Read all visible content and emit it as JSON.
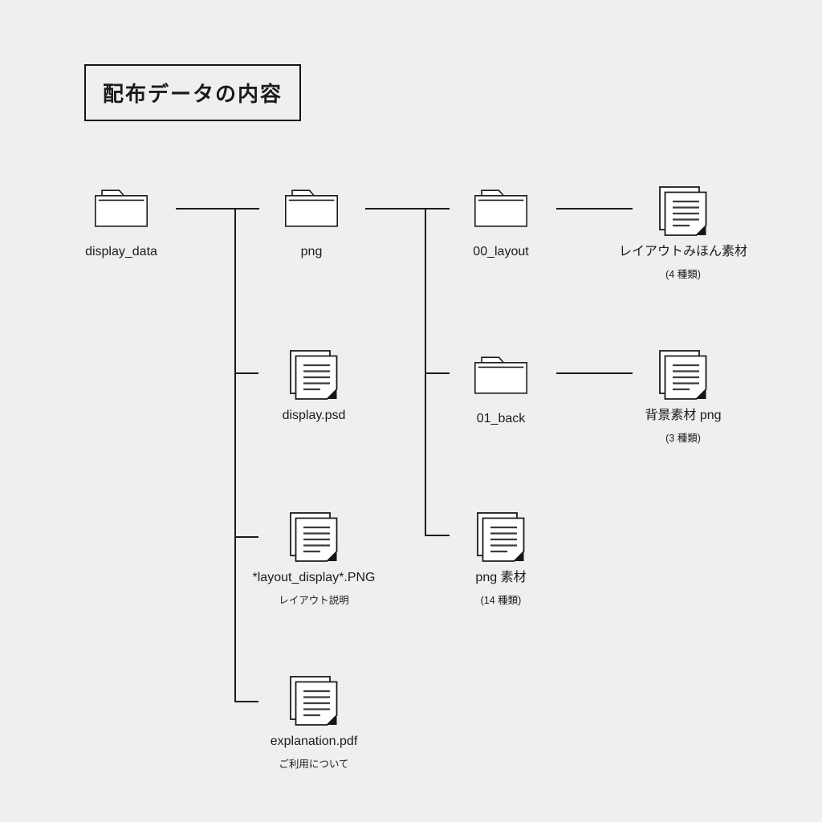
{
  "title": "配布データの内容",
  "colors": {
    "background": "#EFEFEF",
    "stroke": "#1B1B1B"
  },
  "nodes": {
    "display_data": {
      "type": "folder",
      "label": "display_data"
    },
    "png": {
      "type": "folder",
      "label": "png"
    },
    "layout00": {
      "type": "folder",
      "label": "00_layout"
    },
    "layout_sample": {
      "type": "document",
      "label": "レイアウトみほん素材",
      "sublabel": "(4 種類)"
    },
    "display_psd": {
      "type": "document",
      "label": "display.psd"
    },
    "back01": {
      "type": "folder",
      "label": "01_back"
    },
    "background_png": {
      "type": "document",
      "label": "背景素材 png",
      "sublabel": "(3 種類)"
    },
    "layout_display_png": {
      "type": "document",
      "label": "*layout_display*.PNG",
      "sublabel": "レイアウト説明"
    },
    "png_materials": {
      "type": "document",
      "label": "png 素材",
      "sublabel": "(14 種類)"
    },
    "explanation_pdf": {
      "type": "document",
      "label": "explanation.pdf",
      "sublabel": "ご利用について"
    }
  }
}
